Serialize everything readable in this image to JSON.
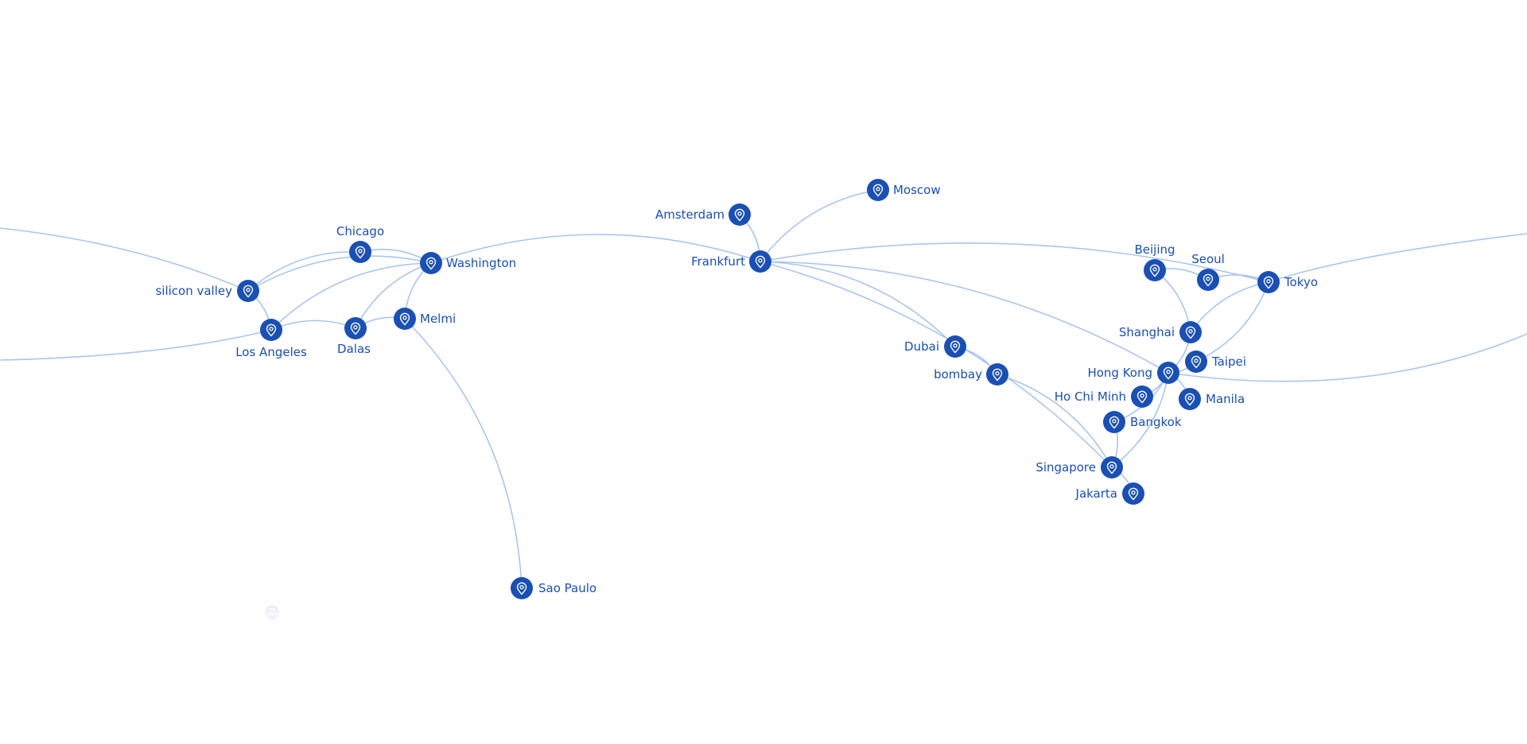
{
  "colors": {
    "node_fill": "#1a4fb4",
    "node_icon": "#ffffff",
    "link_stroke": "#a9c6ee",
    "label_text": "#1a4fb4",
    "ghost_marker": "#dfe8f6"
  },
  "nodes": [
    {
      "id": "silicon-valley",
      "label": "silicon valley",
      "icon": "location-pin-icon"
    },
    {
      "id": "chicago",
      "label": "Chicago",
      "icon": "location-pin-icon"
    },
    {
      "id": "washington",
      "label": "Washington",
      "icon": "location-pin-icon"
    },
    {
      "id": "los-angeles",
      "label": "Los Angeles",
      "icon": "location-pin-icon"
    },
    {
      "id": "dalas",
      "label": "Dalas",
      "icon": "location-pin-icon"
    },
    {
      "id": "melmi",
      "label": "Melmi",
      "icon": "location-pin-icon"
    },
    {
      "id": "sao-paulo",
      "label": "Sao Paulo",
      "icon": "location-pin-icon"
    },
    {
      "id": "amsterdam",
      "label": "Amsterdam",
      "icon": "location-pin-icon"
    },
    {
      "id": "frankfurt",
      "label": "Frankfurt",
      "icon": "location-pin-icon"
    },
    {
      "id": "moscow",
      "label": "Moscow",
      "icon": "location-pin-icon"
    },
    {
      "id": "dubai",
      "label": "Dubai",
      "icon": "location-pin-icon"
    },
    {
      "id": "bombay",
      "label": "bombay",
      "icon": "location-pin-icon"
    },
    {
      "id": "beijing",
      "label": "Beijing",
      "icon": "location-pin-icon"
    },
    {
      "id": "seoul",
      "label": "Seoul",
      "icon": "location-pin-icon"
    },
    {
      "id": "tokyo",
      "label": "Tokyo",
      "icon": "location-pin-icon"
    },
    {
      "id": "shanghai",
      "label": "Shanghai",
      "icon": "location-pin-icon"
    },
    {
      "id": "taipei",
      "label": "Taipei",
      "icon": "location-pin-icon"
    },
    {
      "id": "hong-kong",
      "label": "Hong Kong",
      "icon": "location-pin-icon"
    },
    {
      "id": "manila",
      "label": "Manila",
      "icon": "location-pin-icon"
    },
    {
      "id": "ho-chi-minh",
      "label": "Ho Chi Minh",
      "icon": "location-pin-icon"
    },
    {
      "id": "bangkok",
      "label": "Bangkok",
      "icon": "location-pin-icon"
    },
    {
      "id": "singapore",
      "label": "Singapore",
      "icon": "location-pin-icon"
    },
    {
      "id": "jakarta",
      "label": "Jakarta",
      "icon": "location-pin-icon"
    }
  ],
  "links": [
    [
      "silicon-valley",
      "chicago"
    ],
    [
      "chicago",
      "washington"
    ],
    [
      "silicon-valley",
      "washington"
    ],
    [
      "silicon-valley",
      "los-angeles"
    ],
    [
      "los-angeles",
      "washington"
    ],
    [
      "los-angeles",
      "dalas"
    ],
    [
      "dalas",
      "washington"
    ],
    [
      "dalas",
      "melmi"
    ],
    [
      "melmi",
      "washington"
    ],
    [
      "melmi",
      "sao-paulo"
    ],
    [
      "washington",
      "frankfurt"
    ],
    [
      "amsterdam",
      "frankfurt"
    ],
    [
      "frankfurt",
      "moscow"
    ],
    [
      "frankfurt",
      "dubai"
    ],
    [
      "dubai",
      "bombay"
    ],
    [
      "bombay",
      "singapore"
    ],
    [
      "frankfurt",
      "singapore"
    ],
    [
      "frankfurt",
      "hong-kong"
    ],
    [
      "frankfurt",
      "tokyo"
    ],
    [
      "beijing",
      "seoul"
    ],
    [
      "seoul",
      "tokyo"
    ],
    [
      "beijing",
      "shanghai"
    ],
    [
      "shanghai",
      "tokyo"
    ],
    [
      "shanghai",
      "hong-kong"
    ],
    [
      "tokyo",
      "taipei"
    ],
    [
      "taipei",
      "hong-kong"
    ],
    [
      "hong-kong",
      "manila"
    ],
    [
      "hong-kong",
      "ho-chi-minh"
    ],
    [
      "hong-kong",
      "bangkok"
    ],
    [
      "hong-kong",
      "singapore"
    ],
    [
      "bangkok",
      "singapore"
    ],
    [
      "singapore",
      "jakarta"
    ]
  ],
  "wrap_links": [
    [
      "silicon-valley",
      "tokyo"
    ],
    [
      "los-angeles",
      "hong-kong"
    ]
  ]
}
